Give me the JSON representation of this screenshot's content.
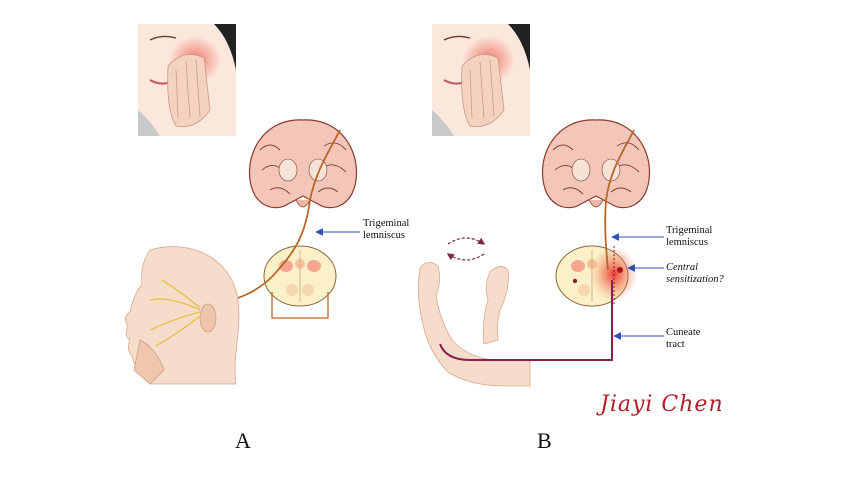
{
  "panels": [
    {
      "letter": "A",
      "labels": {
        "trigeminal": "Trigeminal\nlemniscus"
      }
    },
    {
      "letter": "B",
      "labels": {
        "trigeminal": "Trigeminal\nlemniscus",
        "central": "Central\nsensitization?",
        "cuneate": "Cuneate\ntract"
      }
    }
  ],
  "signature": "Jiayi Chen",
  "colors": {
    "skin": "#f6dccb",
    "skin_shadow": "#e9bfa8",
    "pain": "#f08a7a",
    "nerve": "#e8c24a",
    "trigeminal_path": "#b8662a",
    "cuneate_path": "#8a1f4d",
    "arrow": "#2d4fb0",
    "brain": "#f3c6b9",
    "brain_outline": "#8a3a2a",
    "sensitization": "#e8342a"
  },
  "icons": [
    "face-pain-icon",
    "brain-section-icon",
    "brainstem-section-icon",
    "head-profile-icon",
    "arm-icon",
    "rotation-arrow-icon"
  ]
}
